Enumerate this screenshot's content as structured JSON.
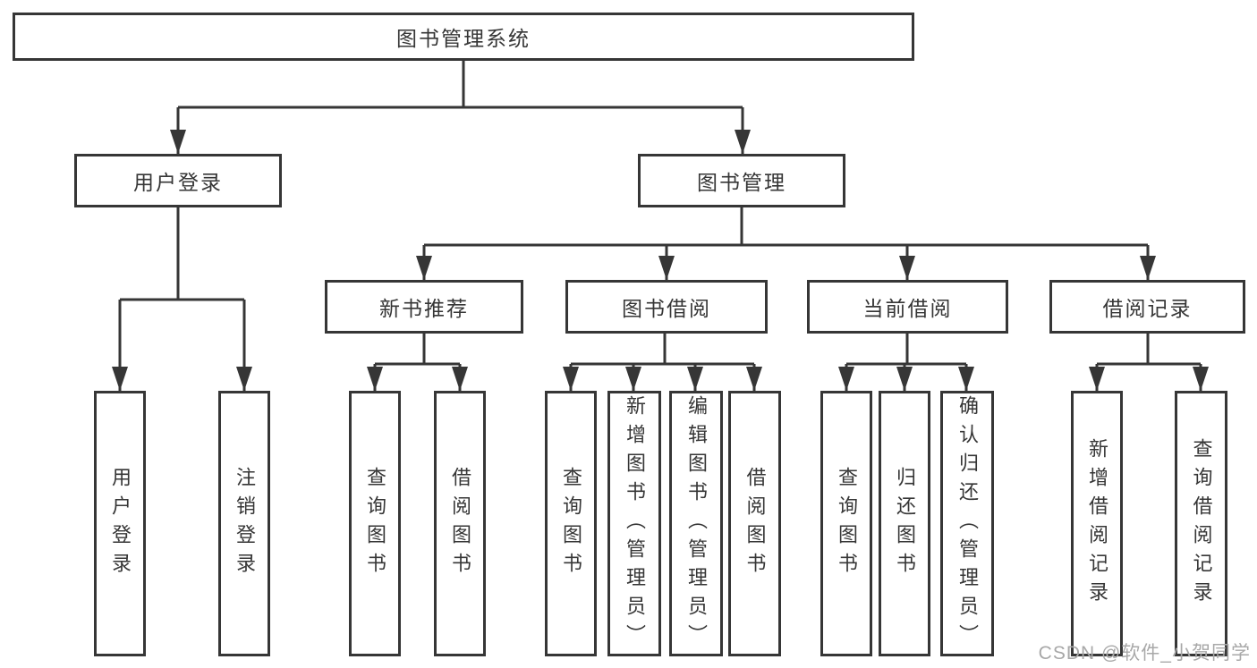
{
  "diagram": {
    "root": {
      "label": "图书管理系统"
    },
    "branches": [
      {
        "label": "用户登录",
        "children": [
          {
            "label": "用户登录"
          },
          {
            "label": "注销登录"
          }
        ]
      },
      {
        "label": "图书管理",
        "children": [
          {
            "label": "新书推荐",
            "children": [
              {
                "label": "查询图书"
              },
              {
                "label": "借阅图书"
              }
            ]
          },
          {
            "label": "图书借阅",
            "children": [
              {
                "label": "查询图书"
              },
              {
                "label": "新增图书（管理员）"
              },
              {
                "label": "编辑图书（管理员）"
              },
              {
                "label": "借阅图书"
              }
            ]
          },
          {
            "label": "当前借阅",
            "children": [
              {
                "label": "查询图书"
              },
              {
                "label": "归还图书"
              },
              {
                "label": "确认归还（管理员）"
              }
            ]
          },
          {
            "label": "借阅记录",
            "children": [
              {
                "label": "新增借阅记录"
              },
              {
                "label": "查询借阅记录"
              }
            ]
          }
        ]
      }
    ]
  },
  "watermark": {
    "text": "CSDN @软件_小贺同学"
  },
  "colors": {
    "line": "#363636",
    "text": "#363636",
    "box_background": "#ffffff",
    "page_background": "#ffffff",
    "watermark": "#a8a8a8"
  }
}
